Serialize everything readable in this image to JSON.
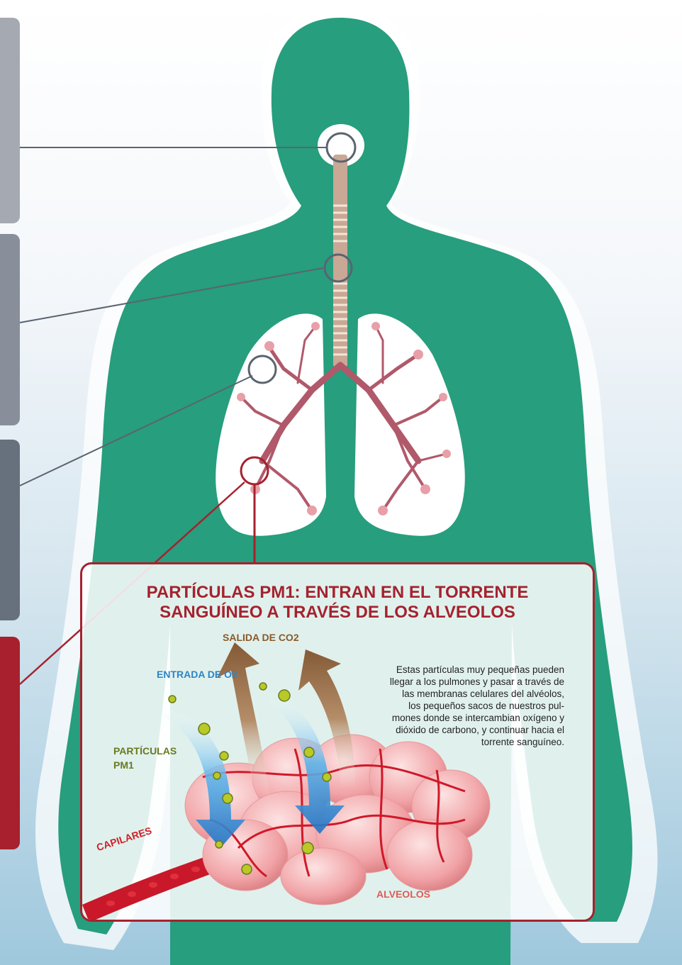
{
  "colors": {
    "accent": "#a5222e",
    "body": "#279e7d",
    "o2_label": "#2e84c6",
    "co2_label": "#8a5a2a",
    "pm1_label": "#6a7a20",
    "capillary_label": "#d0202a",
    "alveoli_label": "#e05a55"
  },
  "panel": {
    "title_line1": "PARTÍCULAS PM1: ENTRAN EN EL TORRENTE",
    "title_line2": "SANGUÍNEO A TRAVÉS DE LOS ALVEOLOS",
    "co2_label": "SALIDA DE CO2",
    "o2_label": "ENTRADA DE O2",
    "pm1_label_line1": "PARTÍCULAS",
    "pm1_label_line2": "PM1",
    "capillaries_label": "CAPILARES",
    "alveoli_label": "ALVEOLOS",
    "description": [
      "Estas partículas muy pequeñas pueden",
      "llegar a los pulmones y pasar a través de",
      "las membranas celulares del alvéolos,",
      "los pequeños sacos de nuestros pul-",
      "mones donde se intercambian oxígeno y",
      "dióxido de carbono, y continuar hacia el",
      "torrente sanguíneo."
    ]
  }
}
